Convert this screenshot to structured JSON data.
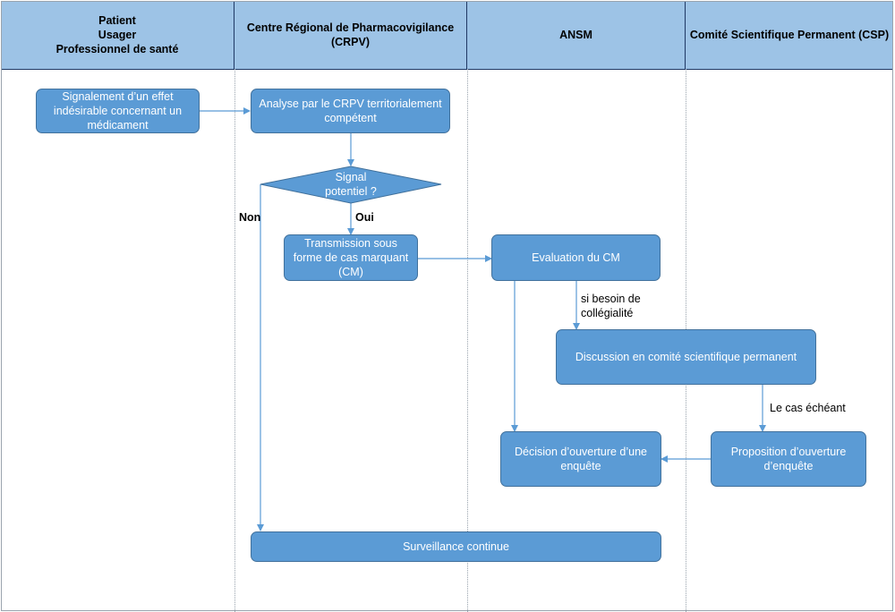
{
  "lanes": [
    {
      "id": "patient",
      "title": "Patient\nUsager\nProfessionnel de santé"
    },
    {
      "id": "crpv",
      "title": "Centre Régional de Pharmacovigilance\n(CRPV)"
    },
    {
      "id": "ansm",
      "title": "ANSM"
    },
    {
      "id": "csp",
      "title": "Comité Scientifique Permanent (CSP)"
    }
  ],
  "nodes": {
    "signalement": "Signalement d’un effet\nindésirable concernant un\nmédicament",
    "analyse": "Analyse par le CRPV territorialement\ncompétent",
    "signal_potentiel": "Signal\npotentiel ?",
    "transmission": "Transmission sous\nforme de cas marquant\n(CM)",
    "evaluation": "Evaluation du CM",
    "discussion": "Discussion en comité scientifique permanent",
    "decision": "Décision d’ouverture d’une\nenquête",
    "proposition": "Proposition d’ouverture\nd’enquête",
    "surveillance": "Surveillance continue"
  },
  "edge_labels": {
    "non": "Non",
    "oui": "Oui",
    "si_besoin": "si besoin de\ncollégialité",
    "le_cas": "Le cas échéant"
  },
  "colors": {
    "header_fill": "#9dc3e6",
    "node_fill": "#5b9bd5",
    "node_border": "#41719c",
    "connector": "#5b9bd5"
  }
}
